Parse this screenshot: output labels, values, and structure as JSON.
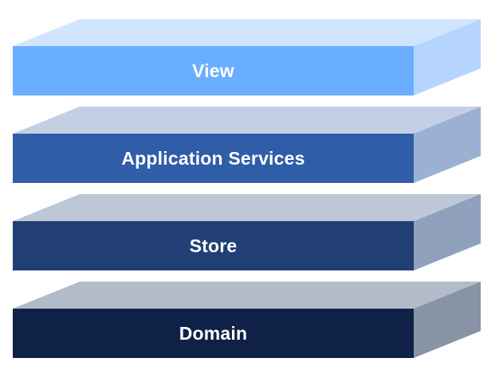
{
  "diagram": {
    "layers": [
      {
        "label": "View",
        "colors": {
          "front": "#6AAEFF",
          "top": "#D2E5FF",
          "side": "#B5D5FF"
        }
      },
      {
        "label": "Application Services",
        "colors": {
          "front": "#2F5DA8",
          "top": "#C3D0E3",
          "side": "#9BB0D3"
        }
      },
      {
        "label": "Store",
        "colors": {
          "front": "#213F75",
          "top": "#BCC7D7",
          "side": "#8FA1BD"
        }
      },
      {
        "label": "Domain",
        "colors": {
          "front": "#0F2146",
          "top": "#B1BBC9",
          "side": "#8893A5"
        }
      }
    ]
  }
}
